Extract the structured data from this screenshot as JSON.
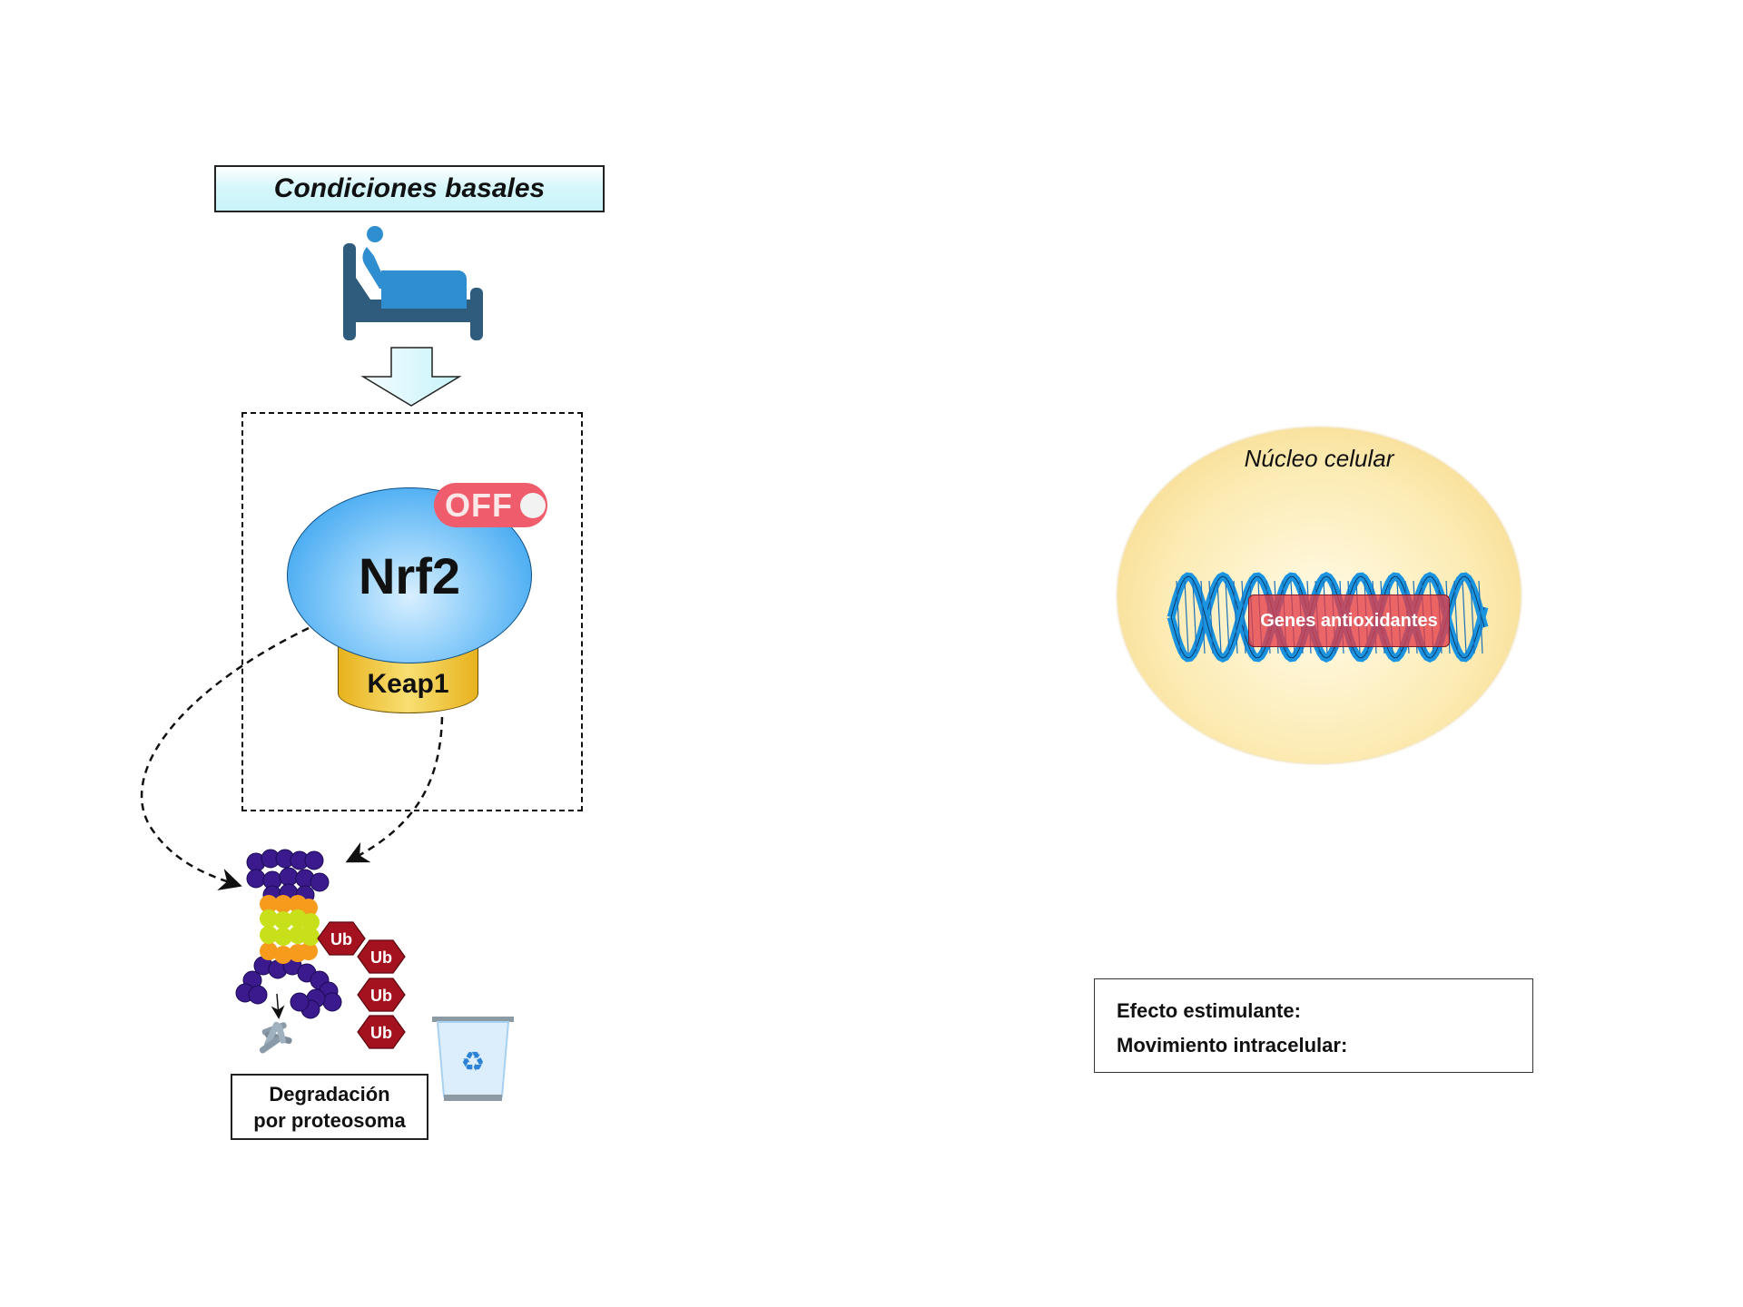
{
  "header": {
    "title": "Condiciones basales"
  },
  "icons": {
    "condition_icon": "person-in-bed-icon",
    "flow_arrow": "down-arrow-icon",
    "trash": "recycle-bin-icon",
    "fragments": "peptide-fragments-icon",
    "proteasome": "proteasome-icon"
  },
  "complex": {
    "nrf2_label": "Nrf2",
    "keap1_label": "Keap1",
    "status_badge": "OFF"
  },
  "ubiquitin": {
    "labels": [
      "Ub",
      "Ub",
      "Ub",
      "Ub"
    ]
  },
  "degradation": {
    "line1": "Degradación",
    "line2": "por proteosoma"
  },
  "nucleus": {
    "label": "Núcleo celular",
    "genes_label": "Genes antioxidantes"
  },
  "legend": {
    "items": [
      {
        "label": "Efecto estimulante:",
        "style": "solid",
        "color": "#2147c7"
      },
      {
        "label": "Movimiento intracelular:",
        "style": "dashed",
        "color": "#111111"
      }
    ]
  },
  "colors": {
    "nrf2": "#1e96ec",
    "keap1": "#f2c53d",
    "off_badge": "#ef5d6d",
    "ubiquitin": "#a5121f",
    "nucleus": "#fbe5a3",
    "dna": "#1a93e0",
    "proteasome_caps": "#3a1a8c",
    "proteasome_outer_ring": "#f79b1c",
    "proteasome_inner_ring": "#c8e01a"
  }
}
